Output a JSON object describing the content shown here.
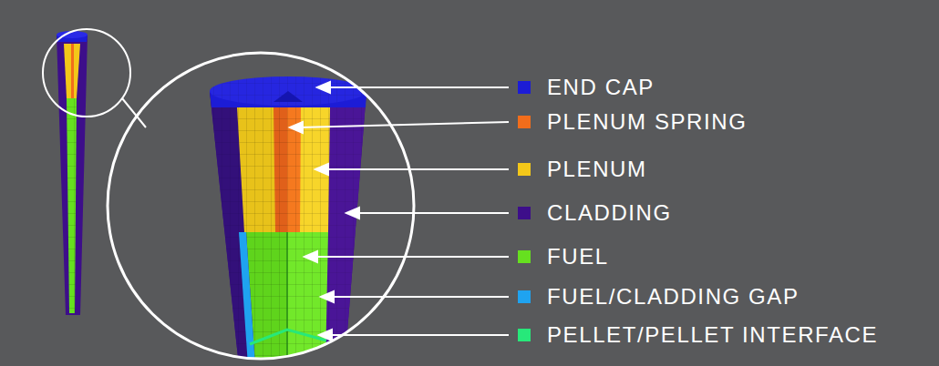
{
  "diagram": {
    "legend": [
      {
        "text": "END CAP",
        "color": "#1c1cd6"
      },
      {
        "text": "PLENUM SPRING",
        "color": "#f26d1b"
      },
      {
        "text": "PLENUM",
        "color": "#f3c719"
      },
      {
        "text": "CLADDING",
        "color": "#3d0e8a"
      },
      {
        "text": "FUEL",
        "color": "#66e01f"
      },
      {
        "text": "FUEL/CLADDING GAP",
        "color": "#1fa3f0"
      },
      {
        "text": "PELLET/PELLET INTERFACE",
        "color": "#27e87a"
      }
    ]
  }
}
